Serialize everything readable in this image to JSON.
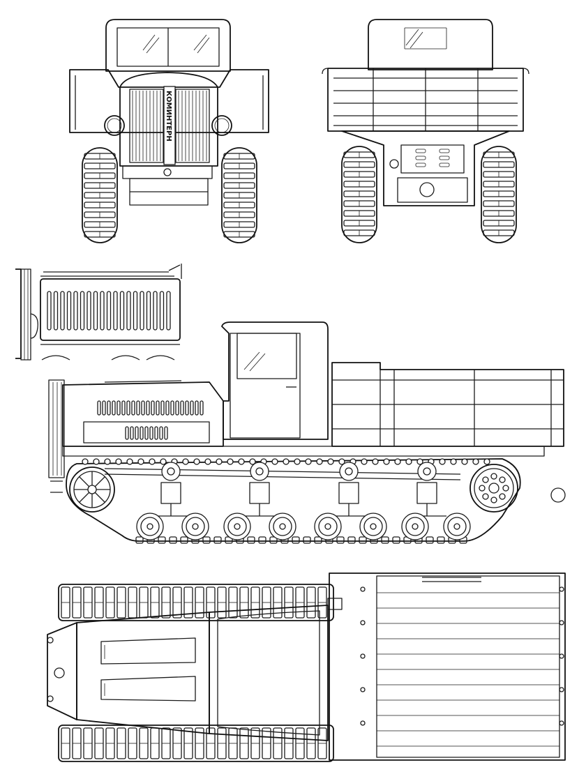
{
  "drawing": {
    "radiator_badge": "КОМИНТЕРН",
    "ink_color": "#1a1a1a",
    "paper_color": "#ffffff"
  },
  "views": [
    {
      "id": "front"
    },
    {
      "id": "rear"
    },
    {
      "id": "engine-side-detail"
    },
    {
      "id": "side"
    },
    {
      "id": "top"
    }
  ]
}
